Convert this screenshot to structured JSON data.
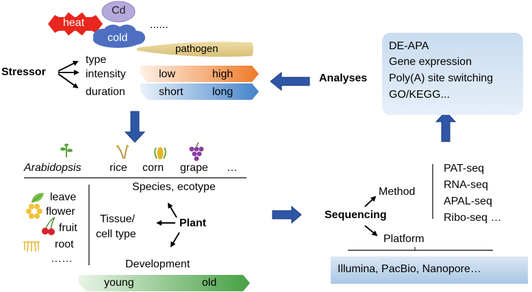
{
  "stressor": {
    "heat": "heat",
    "cd": "Cd",
    "cold": "cold",
    "ellipsis": "......",
    "pathogen": "pathogen",
    "title": "Stressor",
    "type": "type",
    "intensity": "intensity",
    "duration": "duration",
    "low": "low",
    "high": "high",
    "short": "short",
    "long": "long"
  },
  "analyses": {
    "title": "Analyses",
    "items": [
      "DE-APA",
      "Gene expression",
      "Poly(A) site switching",
      "GO/KEGG..."
    ]
  },
  "plant": {
    "species": [
      "Arabidopsis",
      "rice",
      "corn",
      "grape",
      "…"
    ],
    "species_ecotype": "Species, ecotype",
    "tissue": [
      "Tissue/",
      "cell type"
    ],
    "title": "Plant",
    "development": "Development",
    "young": "young",
    "old": "old",
    "tissues": [
      "leave",
      "flower",
      "fruit",
      "root",
      "……"
    ]
  },
  "sequencing": {
    "title": "Sequencing",
    "method": "Method",
    "platform": "Platform",
    "methods": [
      "PAT-seq",
      "RNA-seq",
      "APAL-seq",
      "Ribo-seq …"
    ],
    "platforms": "Illumina, PacBio, Nanopore…"
  },
  "colors": {
    "heat_red": "#e8261e",
    "cd_purple": "#b7aadc",
    "cold_blue": "#5373c0",
    "pathogen_tan": "#e2cd8e",
    "arrow_blue": "#2f56a6",
    "intensity_orange": "#ef7f2c",
    "duration_blue": "#4a87cc",
    "dev_green": "#4ea54a"
  }
}
